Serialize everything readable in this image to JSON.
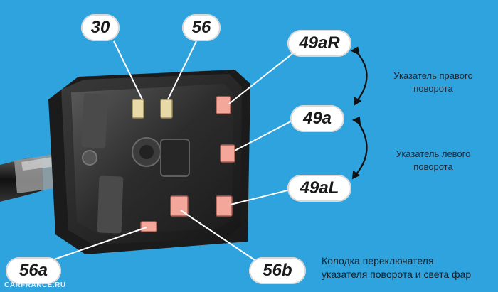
{
  "labels": {
    "t30": "30",
    "t56": "56",
    "t49aR": "49aR",
    "t49a": "49a",
    "t49aL": "49aL",
    "t56a": "56a",
    "t56b": "56b"
  },
  "captions": {
    "right_turn_line1": "Указатель правого",
    "right_turn_line2": "поворота",
    "left_turn_line1": "Указатель левого",
    "left_turn_line2": "поворота",
    "block_line1": "Колодка переключателя",
    "block_line2": "указателя поворота и света фар"
  },
  "watermark": "CARFRANCE.RU",
  "colors": {
    "background": "#2fa3de",
    "terminal_pink": "#f2a79a",
    "leader_line": "#ffffff"
  }
}
